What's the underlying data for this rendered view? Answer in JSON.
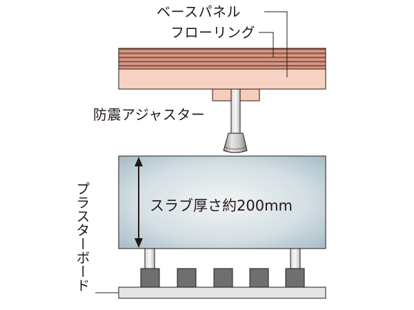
{
  "labels": {
    "base_panel": "ベースパネル",
    "flooring": "フローリング",
    "adjuster": "防震アジャスター",
    "plasterboard": "プラスターボード",
    "slab": "スラブ厚さ約200mm"
  },
  "colors": {
    "floor_stripe_dark": "#9a5a4a",
    "floor_stripe_light": "#d59a86",
    "base_panel": "#f7d2c2",
    "adjuster_pad": "#f5cdb9",
    "slab_center": "#f2f4f5",
    "slab_edge": "#9fb6c2",
    "block": "#6f6f6f",
    "plasterboard": "#e5e5e5",
    "line": "#231815"
  }
}
